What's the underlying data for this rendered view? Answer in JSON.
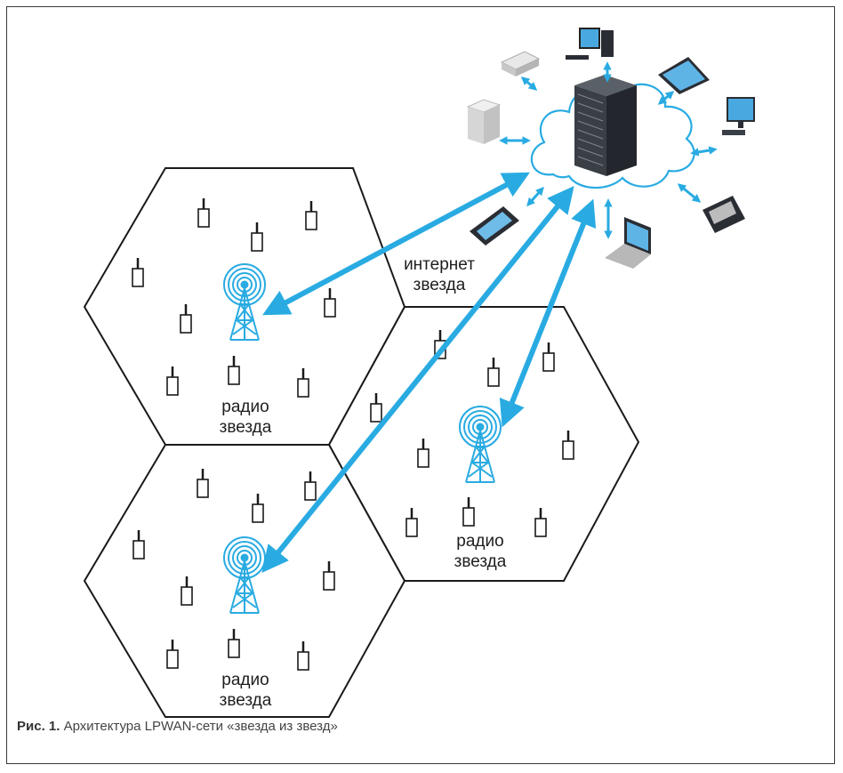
{
  "diagram": {
    "cells": [
      {
        "id": "top-left",
        "label_line1": "радио",
        "label_line2": "звезда"
      },
      {
        "id": "right",
        "label_line1": "радио",
        "label_line2": "звезда"
      },
      {
        "id": "bottom-left",
        "label_line1": "радио",
        "label_line2": "звезда"
      }
    ],
    "internet_label_line1": "интернет",
    "internet_label_line2": "звезда",
    "colors": {
      "link": "#29abe2",
      "outline": "#1a1a1a",
      "server": "#3a3f46"
    },
    "icons": [
      "radio-tower-icon",
      "end-device-icon",
      "cloud-icon",
      "server-rack-icon",
      "desktop-computer-icon",
      "tablet-icon",
      "monitor-icon",
      "smartphone-icon",
      "laptop-icon",
      "router-icon",
      "storage-icon"
    ]
  },
  "caption": {
    "prefix": "Рис. 1.",
    "text": " Архитектура LPWAN-сети «звезда из звезд»"
  }
}
